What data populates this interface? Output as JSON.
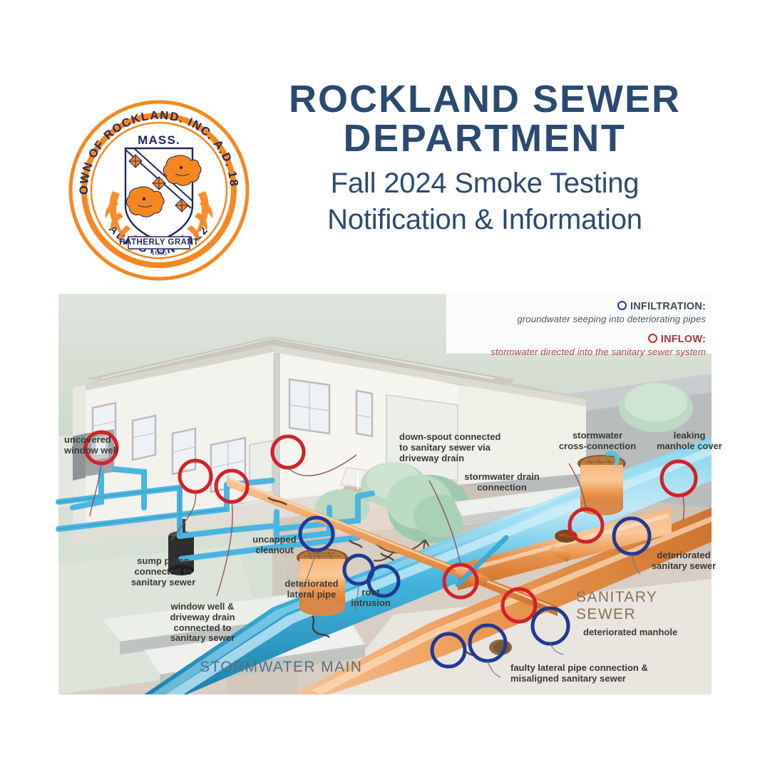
{
  "header": {
    "title_line1": "ROCKLAND SEWER",
    "title_line2": "DEPARTMENT",
    "subtitle_line1": "Fall 2024 Smoke Testing",
    "subtitle_line2": "Notification & Information",
    "title_color": "#2c4a70"
  },
  "seal": {
    "outer_ring_text": "TOWN OF ROCKLAND. INC. A.D. 1874",
    "bottom_arc_text": "ABINGTON 1712",
    "shield_top_text": "MASS.",
    "banner_text": "HATHERLY GRANT",
    "banner_year": "1656",
    "orange": "#F6871F",
    "navy": "#23275E"
  },
  "illustration": {
    "legend": {
      "infiltration_label": "INFILTRATION:",
      "infiltration_desc": "groundwater seeping into deteriorating pipes",
      "infiltration_color": "#1f3a93",
      "inflow_label": "INFLOW:",
      "inflow_desc": "stormwater directed into the sanitary sewer system",
      "inflow_color": "#c62828"
    },
    "system_labels": {
      "stormwater_main": "STORMWATER MAIN",
      "sanitary_sewer": "SANITARY SEWER"
    },
    "callouts": [
      {
        "id": "uncovered-window-well",
        "text": "uncovered\nwindow well"
      },
      {
        "id": "sump-pump",
        "text": "sump pump\nconnected to\nsanitary sewer"
      },
      {
        "id": "window-well-driveway-drain",
        "text": "window well &\ndriveway drain\nconnected to\nsanitary sewer"
      },
      {
        "id": "uncapped-cleanout",
        "text": "uncapped\ncleanout"
      },
      {
        "id": "deteriorated-lateral-pipe",
        "text": "deteriorated\nlateral pipe"
      },
      {
        "id": "root-intrusion",
        "text": "root\nintrusion"
      },
      {
        "id": "down-spout",
        "text": "down-spout connected\nto sanitary sewer via\ndriveway drain"
      },
      {
        "id": "stormwater-drain-connection",
        "text": "stormwater drain\nconnection"
      },
      {
        "id": "stormwater-cross-connection",
        "text": "stormwater\ncross-connection"
      },
      {
        "id": "leaking-manhole-cover",
        "text": "leaking\nmanhole cover"
      },
      {
        "id": "deteriorated-sanitary-sewer",
        "text": "deteriorated\nsanitary sewer"
      },
      {
        "id": "deteriorated-manhole",
        "text": "deteriorated manhole"
      },
      {
        "id": "faulty-lateral-pipe",
        "text": "faulty lateral pipe connection &\nmisaligned sanitary sewer"
      }
    ]
  }
}
